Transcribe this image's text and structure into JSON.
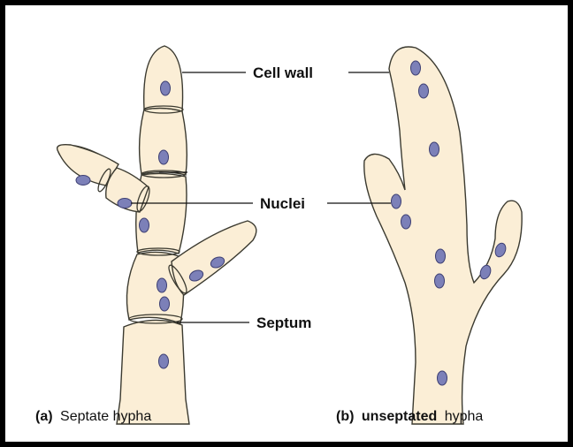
{
  "labels": {
    "cell_wall": "Cell wall",
    "nuclei": "Nuclei",
    "septum": "Septum"
  },
  "captions": {
    "a_letter": "(a)",
    "a_text": "Septate hypha",
    "b_letter": "(b)",
    "b_bold": "unseptated",
    "b_text": "hypha"
  },
  "colors": {
    "cell_fill": "#fbeed6",
    "nucleus": "#7c80b8",
    "outline": "#3b3a30"
  }
}
